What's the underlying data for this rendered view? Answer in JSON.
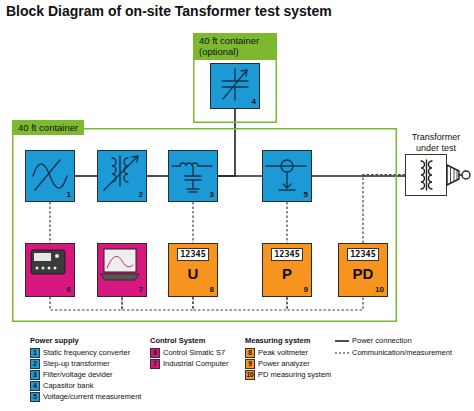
{
  "diagram": {
    "title": "Block Diagram of on-site Tansformer test system",
    "nodes": [
      {
        "text": [
          "40 ft container (optional)"
        ]
      },
      {
        "text": [
          "4"
        ],
        "in": 0
      },
      {
        "text": [
          "40 ft container"
        ]
      },
      {
        "text": [
          "1"
        ],
        "in": 2
      },
      {
        "text": [
          "2"
        ],
        "in": 2
      },
      {
        "text": [
          "3"
        ],
        "in": 2
      },
      {
        "text": [
          "5"
        ],
        "in": 2
      },
      {
        "text": [
          "Transformer under test"
        ]
      },
      {
        "text": [
          "6"
        ],
        "in": 2
      },
      {
        "text": [
          "7"
        ],
        "in": 2
      },
      {
        "text": [
          "12345",
          "U",
          "8"
        ],
        "in": 2
      },
      {
        "text": [
          "12345",
          "P",
          "9"
        ],
        "in": 2
      },
      {
        "text": [
          "12345",
          "PD",
          "10"
        ],
        "in": 2
      }
    ],
    "edges": [
      {
        "from": 3,
        "to": 4,
        "arrow": "none"
      },
      {
        "from": 4,
        "to": 5,
        "arrow": "none"
      },
      {
        "from": 5,
        "to": 6,
        "arrow": "none"
      },
      {
        "from": 6,
        "to": 7,
        "arrow": "none"
      },
      {
        "from": 1,
        "to": 5,
        "arrow": "none"
      },
      {
        "from": 3,
        "to": 8,
        "arrow": "none"
      },
      {
        "from": 5,
        "to": 10,
        "arrow": "none"
      },
      {
        "from": 6,
        "to": 11,
        "arrow": "none"
      },
      {
        "from": 12,
        "to": 7,
        "arrow": "none"
      },
      {
        "from": 8,
        "to": 9,
        "arrow": "none"
      },
      {
        "from": 9,
        "to": 10,
        "arrow": "none"
      },
      {
        "from": 10,
        "to": 11,
        "arrow": "none"
      },
      {
        "from": 11,
        "to": 12,
        "arrow": "none"
      }
    ],
    "labels": [
      "Power supply",
      "Control System",
      "Measuring system",
      "1",
      "2",
      "3",
      "4",
      "5",
      "6",
      "7",
      "8",
      "9",
      "10"
    ],
    "legend": [
      {
        "text": "Static frequency converter",
        "color": "#1b9ad6"
      },
      {
        "text": "Step-up transformer",
        "color": "#1b9ad6"
      },
      {
        "text": "Filter/voltage devider",
        "color": "#1b9ad6"
      },
      {
        "text": "Capasitor bank",
        "color": "#1b9ad6"
      },
      {
        "text": "Voltage/current measurement",
        "color": "#1b9ad6"
      },
      {
        "text": "Control Simatic S7",
        "color": "#d6177f"
      },
      {
        "text": "Industrial Computer",
        "color": "#d6177f"
      },
      {
        "text": "Peak voltmeter",
        "color": "#f7941d"
      },
      {
        "text": "Power analyzer",
        "color": "#f7941d"
      },
      {
        "text": "PD measuring system",
        "color": "#f7941d"
      },
      {
        "text": "Power connection"
      },
      {
        "text": "Communication/measurement"
      }
    ]
  }
}
